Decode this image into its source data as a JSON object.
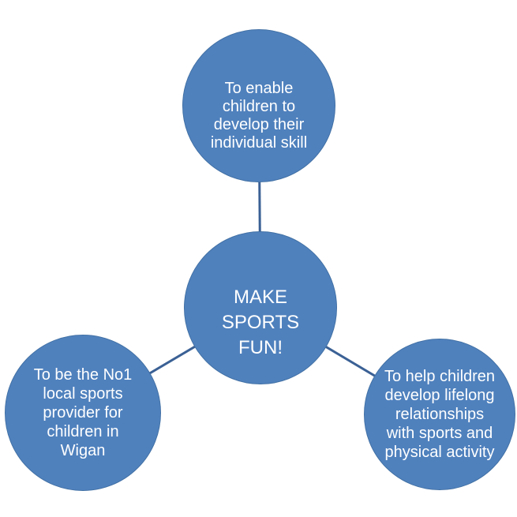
{
  "colors": {
    "background": "#ffffff",
    "node_fill": "#4F81BD",
    "node_edge": "#4271A5",
    "connector": "#3B6195",
    "text": "#ffffff"
  },
  "diagram": {
    "type": "radial-cycle",
    "center_node": {
      "label": "MAKE\nSPORTS\nFUN!"
    },
    "nodes": [
      {
        "id": "top",
        "label": "To enable\nchildren to\ndevelop their\nindividual skill"
      },
      {
        "id": "bottom-left",
        "label": "To be the No1\nlocal sports\nprovider for\nchildren in\nWigan"
      },
      {
        "id": "bottom-right",
        "label": "To help children\ndevelop lifelong\nrelationships\nwith sports and\nphysical activity"
      }
    ]
  }
}
